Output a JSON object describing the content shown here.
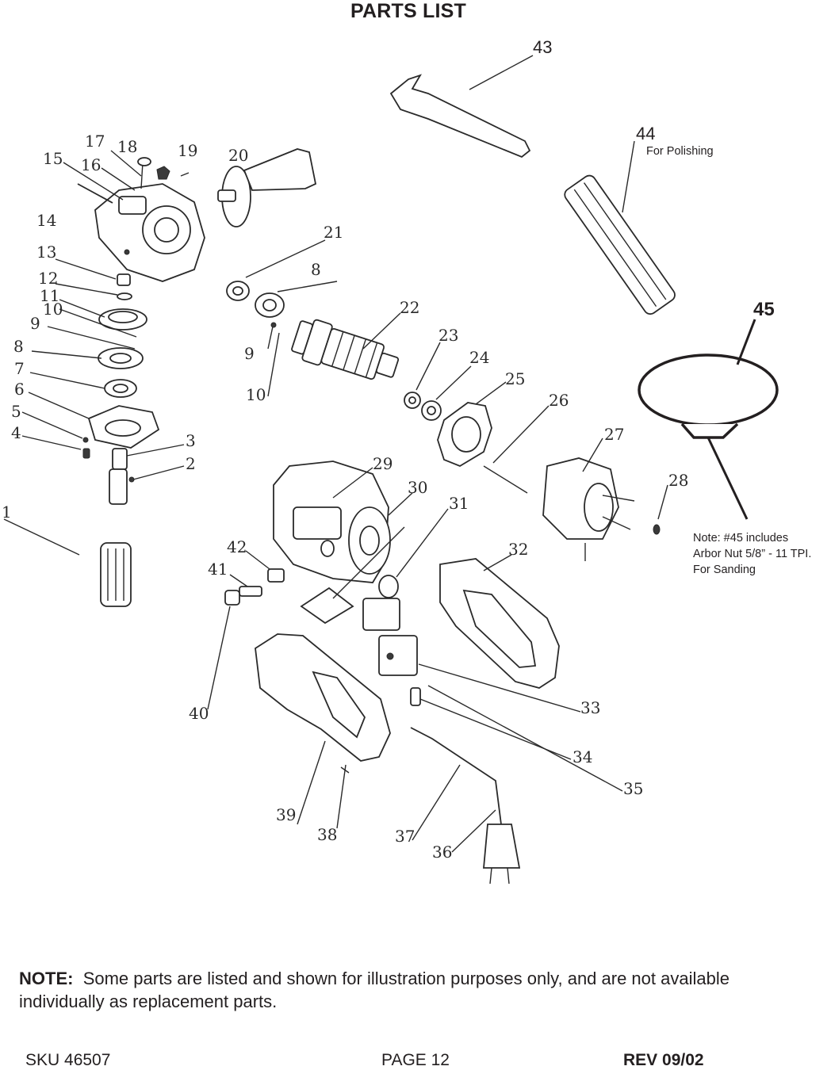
{
  "title": "PARTS LIST",
  "parts": {
    "p1": "1",
    "p2": "2",
    "p3": "3",
    "p4": "4",
    "p5": "5",
    "p6": "6",
    "p7": "7",
    "p8": "8",
    "p8b": "8",
    "p9": "9",
    "p9b": "9",
    "p10": "10",
    "p10b": "10",
    "p11": "11",
    "p12": "12",
    "p13": "13",
    "p14": "14",
    "p15": "15",
    "p16": "16",
    "p17": "17",
    "p18": "18",
    "p19": "19",
    "p20": "20",
    "p21": "21",
    "p22": "22",
    "p23": "23",
    "p24": "24",
    "p25": "25",
    "p26": "26",
    "p27": "27",
    "p28": "28",
    "p29": "29",
    "p30": "30",
    "p31": "31",
    "p32": "32",
    "p33": "33",
    "p34": "34",
    "p35": "35",
    "p36": "36",
    "p37": "37",
    "p38": "38",
    "p39": "39",
    "p40": "40",
    "p41": "41",
    "p42": "42",
    "p43": "43",
    "p44": "44",
    "p45": "45"
  },
  "annotations": {
    "for_polishing": "For Polishing",
    "note45_line1": "Note: #45 includes",
    "note45_line2": "Arbor Nut 5/8” - 11 TPI.",
    "note45_line3": "For Sanding"
  },
  "note": {
    "label": "NOTE:",
    "text": "Some parts are listed and shown for illustration purposes only, and are not available individually as replacement parts."
  },
  "footer": {
    "sku": "SKU 46507",
    "page": "PAGE 12",
    "rev": "REV 09/02"
  }
}
